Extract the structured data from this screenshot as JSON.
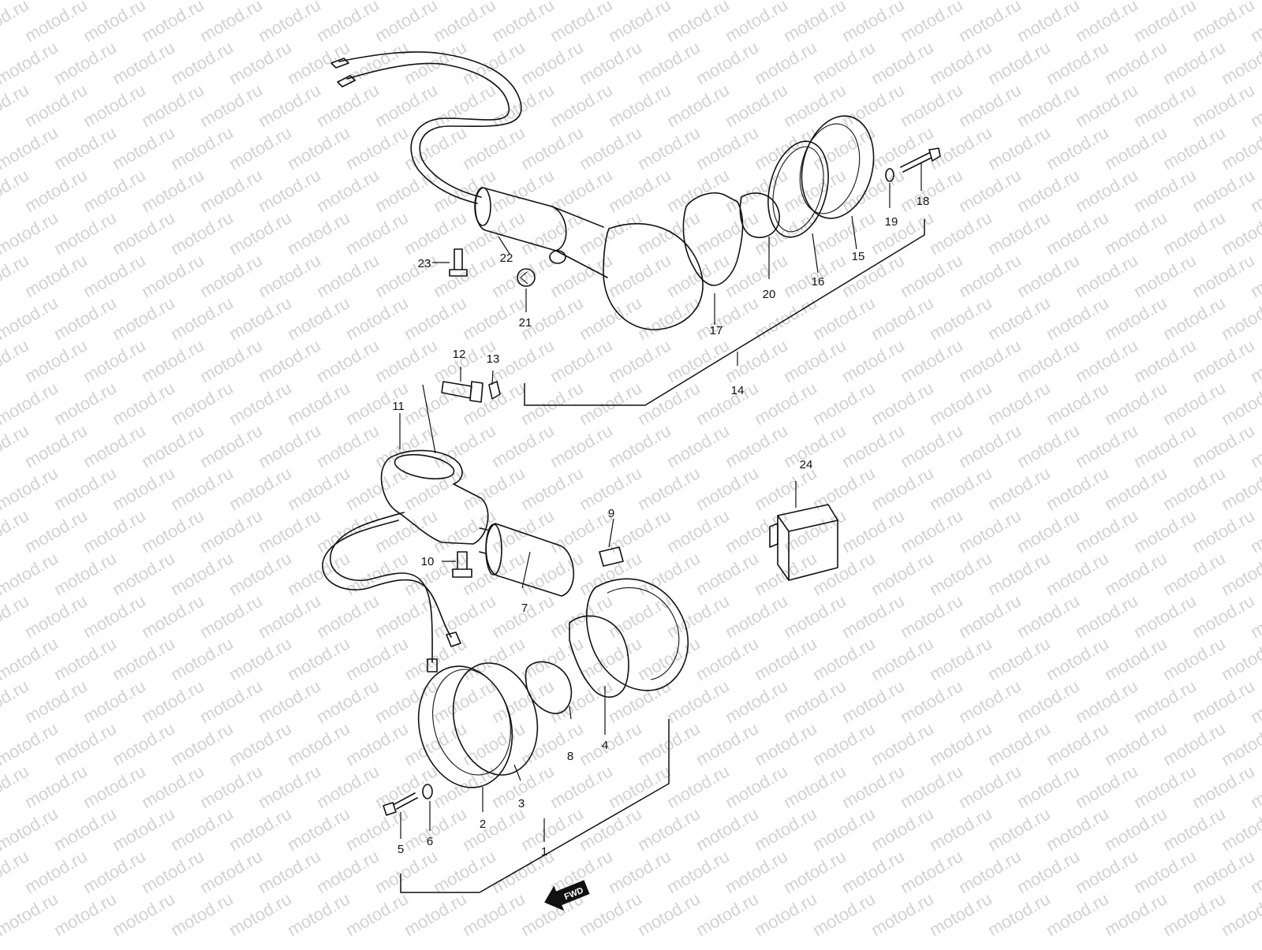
{
  "watermark": {
    "text": "motod.ru",
    "color": "#d2d2d2"
  },
  "diagram": {
    "type": "exploded parts diagram",
    "callouts": [
      "1",
      "2",
      "3",
      "4",
      "5",
      "6",
      "7",
      "8",
      "9",
      "10",
      "11",
      "12",
      "13",
      "14",
      "15",
      "16",
      "17",
      "18",
      "19",
      "20",
      "21",
      "22",
      "23",
      "24"
    ],
    "direction_marker": "FWD"
  },
  "colors": {
    "line": "#111111",
    "background": "#ffffff"
  }
}
